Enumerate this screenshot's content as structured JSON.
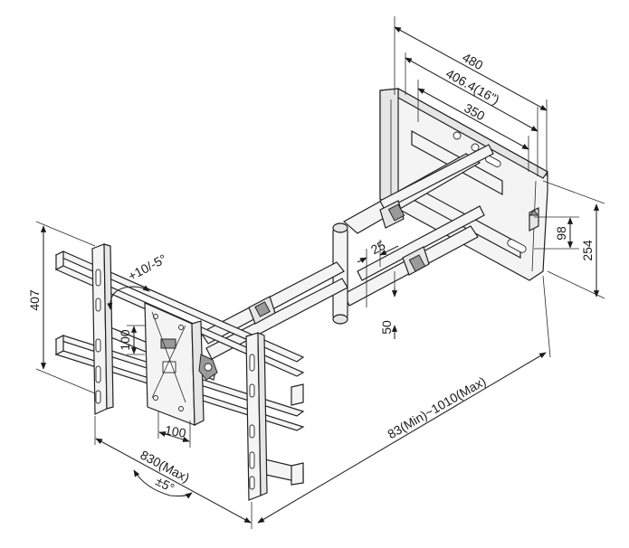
{
  "labels": {
    "wallplate_width": "480",
    "vesa_spacing_outer": "406.4(16\")",
    "vesa_spacing_inner": "350",
    "bracket_height_98": "98",
    "bracket_height_254": "254",
    "arm_offset_25": "25",
    "arm_offset_50": "50",
    "screen_height": "407",
    "tilt": "+10/-5°",
    "plate_height_100": "100",
    "plate_width_100": "100",
    "screen_width": "830(Max)",
    "swivel": "±5°",
    "extension": "83(Min)~1010(Max)"
  }
}
